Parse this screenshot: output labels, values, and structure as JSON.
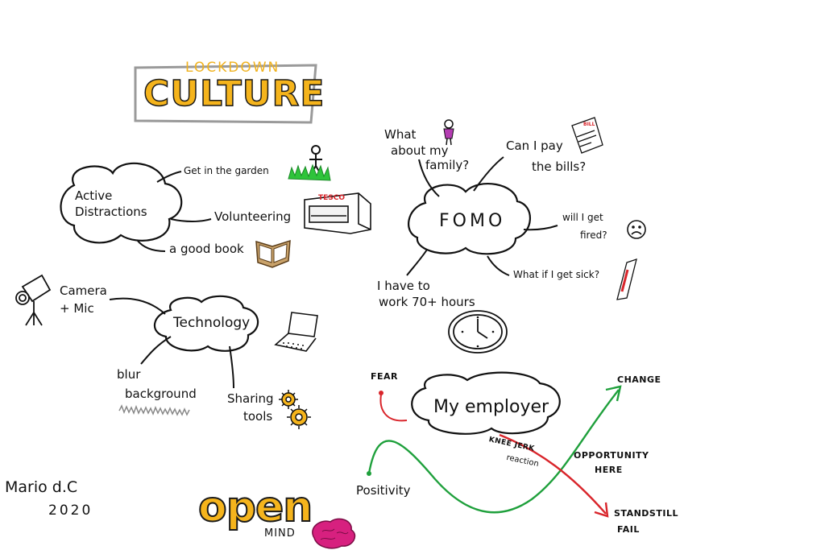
{
  "title": {
    "small": "LOCKDOWN",
    "big": "CULTURE"
  },
  "active": {
    "cloud_line1": "Active",
    "cloud_line2": "Distractions",
    "branches": [
      "Get in the garden",
      "Volunteering",
      "a good book"
    ],
    "tesco_label": "TESCO"
  },
  "technology": {
    "cloud": "Technology",
    "camera_line1": "Camera",
    "camera_line2": "+ Mic",
    "blur_line1": "blur",
    "blur_line2": "background",
    "sharing_line1": "Sharing",
    "sharing_line2": "tools"
  },
  "fomo": {
    "cloud": "FOMO",
    "family_line1": "What",
    "family_line2": "about my",
    "family_line3": "family?",
    "bills_line1": "Can I pay",
    "bills_line2": "the bills?",
    "bill_label": "BILL",
    "fired_line1": "will I get",
    "fired_line2": "fired?",
    "sick": "What if I get sick?",
    "work_line1": "I have to",
    "work_line2": "work 70+ hours"
  },
  "employer": {
    "cloud": "My employer",
    "fear": "FEAR",
    "change": "CHANGE",
    "kneejerk_line1": "KNEE JERK",
    "kneejerk_line2": "reaction",
    "opportunity_line1": "OPPORTUNITY",
    "opportunity_line2": "HERE",
    "standstill_line1": "STANDSTILL",
    "standstill_line2": "FAIL",
    "positivity": "Positivity"
  },
  "signature": {
    "name": "Mario d.C",
    "year": "2020"
  },
  "footer": {
    "open": "open",
    "mind": "MIND"
  },
  "colors": {
    "accent": "#f5b41c",
    "red": "#d9252b",
    "green": "#1fa03c",
    "grass": "#2ec43a",
    "brain": "#d7207f"
  }
}
